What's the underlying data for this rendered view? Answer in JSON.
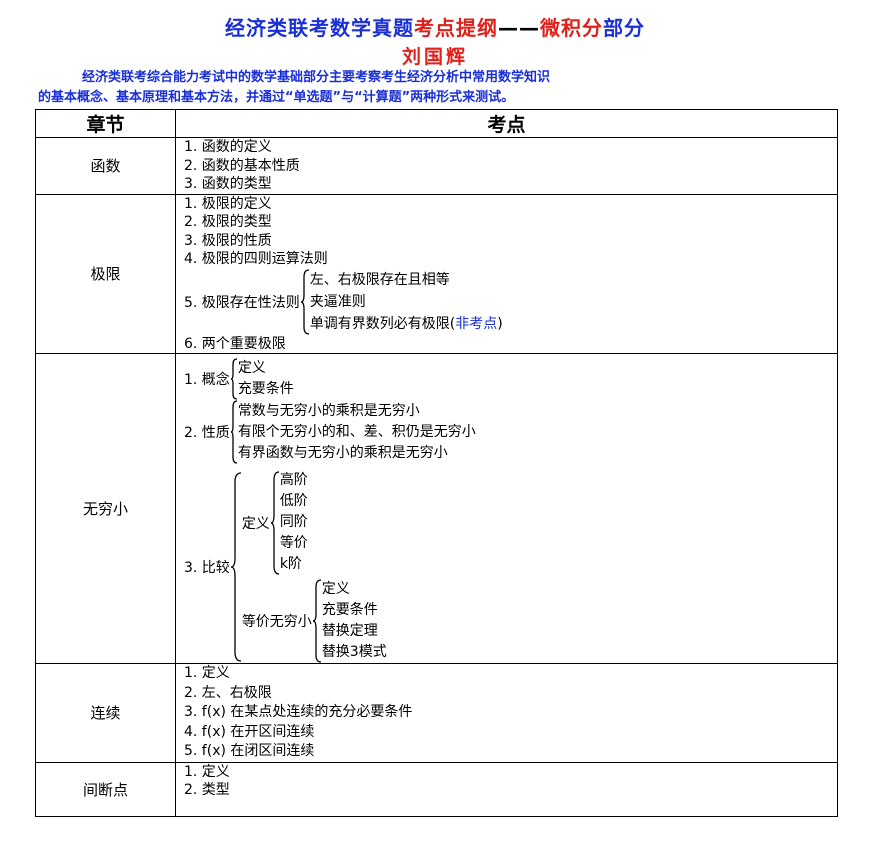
{
  "header": {
    "title_part1": "经济类联考数学真题",
    "title_part2": "考点提纲",
    "title_dash": "——",
    "title_part3": "微积分",
    "title_part4": "部分",
    "author": "刘国辉",
    "intro_line1": "经济类联考综合能力考试中的数学基础部分主要考察考生经济分析中常用数学知识",
    "intro_line2": "的基本概念、基本原理和基本方法，并通过“单选题”与“计算题”两种形式来测试。"
  },
  "table": {
    "col_chapter": "章节",
    "col_points": "考点",
    "functions": {
      "chapter": "函数",
      "items": [
        "1. 函数的定义",
        "2. 函数的基本性质",
        "3. 函数的类型"
      ]
    },
    "limits": {
      "chapter": "极限",
      "items": [
        "1. 极限的定义",
        "2. 极限的类型",
        "3. 极限的性质",
        "4. 极限的四则运算法则"
      ],
      "item5": "5. 极限存在性法则",
      "item5_sub": [
        "左、右极限存在且相等",
        "夹逼准则",
        "单调有界数列必有极限("
      ],
      "item5_note": "非考点",
      "item5_close": ")",
      "item6": "6. 两个重要极限"
    },
    "infinitesimal": {
      "chapter": "无穷小",
      "concept": "1. 概念",
      "concept_sub": [
        "定义",
        "充要条件"
      ],
      "property": "2. 性质",
      "property_sub": [
        "常数与无穷小的乘积是无穷小",
        "有限个无穷小的和、差、积仍是无穷小",
        "有界函数与无穷小的乘积是无穷小"
      ],
      "compare": "3. 比较",
      "def_label": "定义",
      "def_sub": [
        "高阶",
        "低阶",
        "同阶",
        "等价",
        "k阶"
      ],
      "equiv_label": "等价无穷小",
      "equiv_sub": [
        "定义",
        "充要条件",
        "替换定理",
        "替换3模式"
      ]
    },
    "continuity": {
      "chapter": "连续",
      "items": [
        "1. 定义",
        "2. 左、右极限",
        "3. f(x) 在某点处连续的充分必要条件",
        "4. f(x) 在开区间连续",
        "5. f(x) 在闭区间连续"
      ]
    },
    "discontinuity": {
      "chapter": "间断点",
      "items": [
        "1. 定义",
        "2. 类型"
      ]
    }
  }
}
